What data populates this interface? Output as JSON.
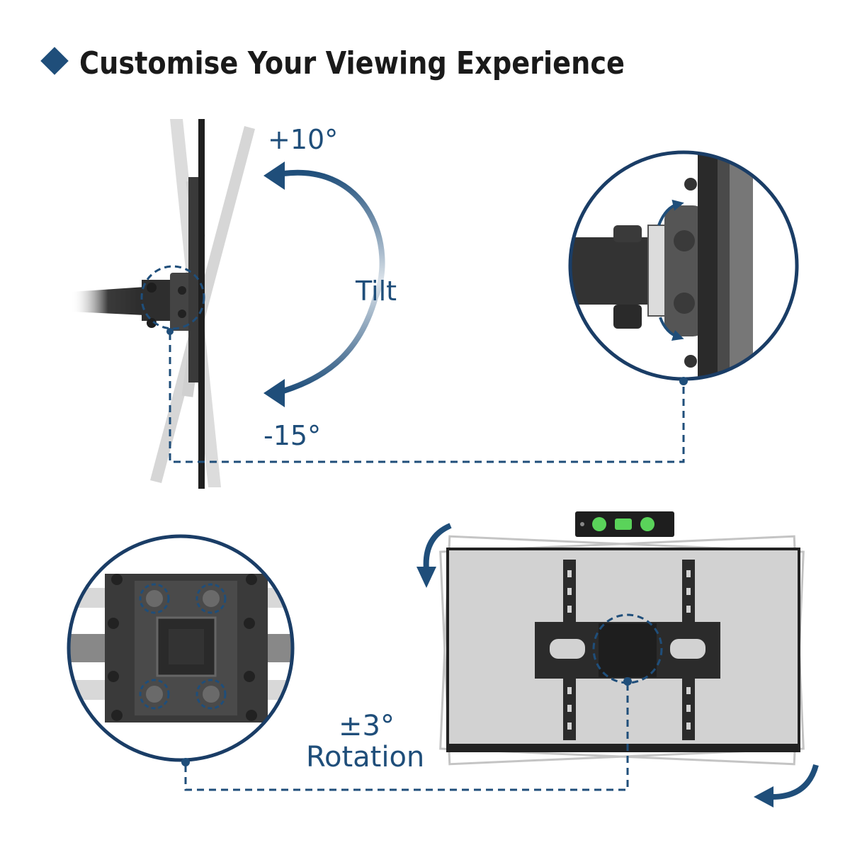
{
  "header": {
    "title": "Customise Your Viewing Experience",
    "bullet_icon": "diamond-icon",
    "accent_color": "#1f4e7a"
  },
  "tilt": {
    "label": "Tilt",
    "up_angle": "+10°",
    "down_angle": "-15°"
  },
  "rotation": {
    "angle": "±3°",
    "label": "Rotation"
  },
  "colors": {
    "accent": "#1f4e7a",
    "mount_dark": "#2b2b2b",
    "panel_grey": "#cfcfcf"
  }
}
